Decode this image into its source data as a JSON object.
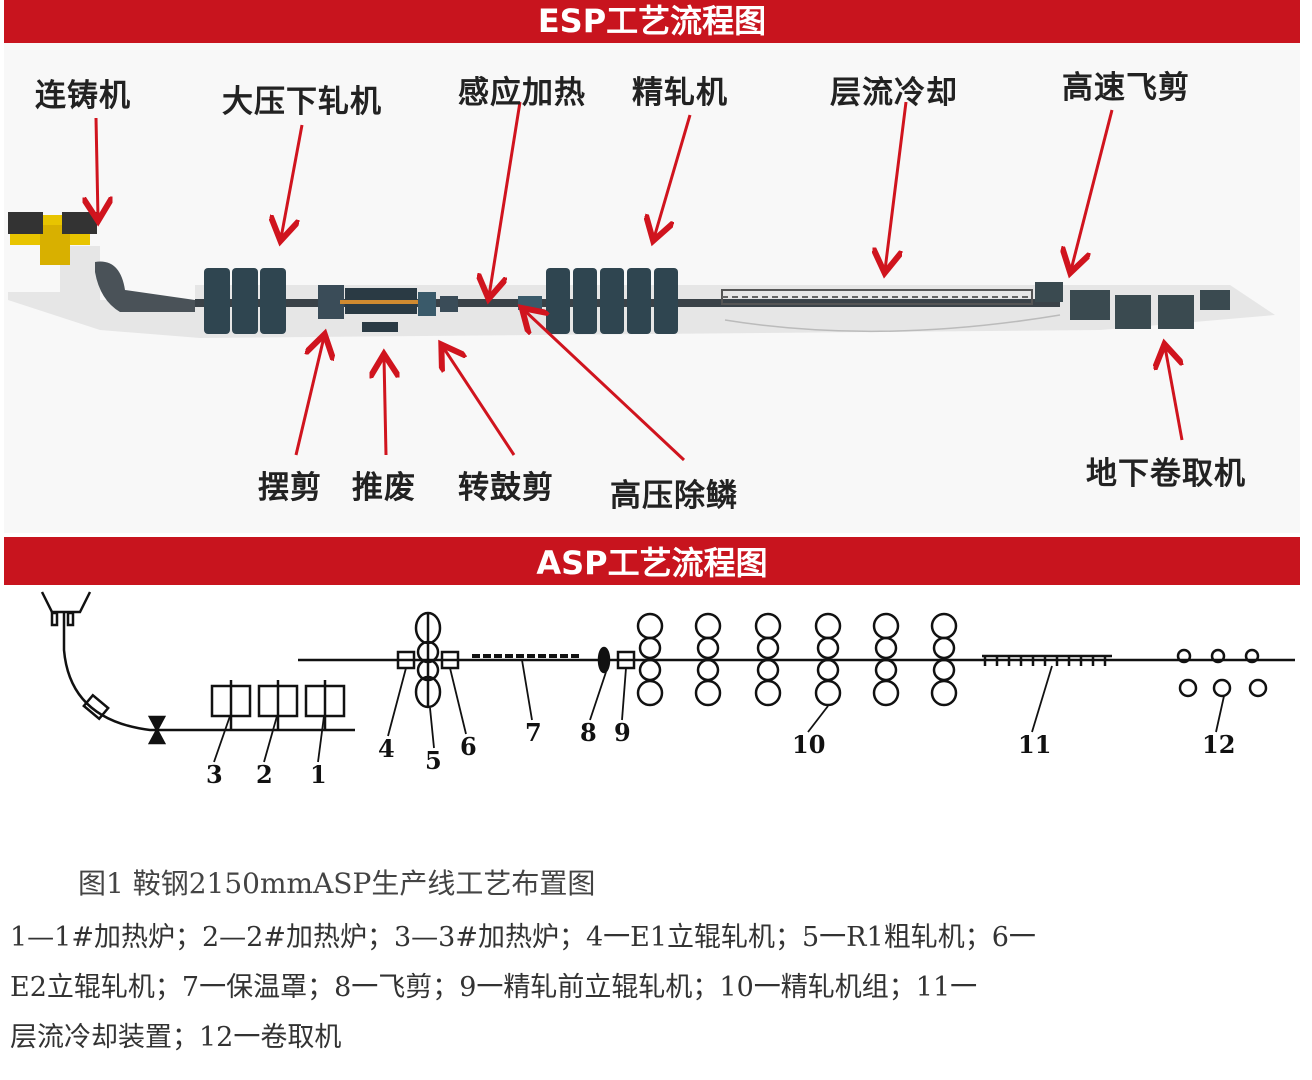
{
  "esp": {
    "title": "ESP工艺流程图",
    "labels_top": [
      "连铸机",
      "大压下轧机",
      "感应加热",
      "精轧机",
      "层流冷却",
      "高速飞剪"
    ],
    "labels_bottom": [
      "摆剪",
      "推废",
      "转鼓剪",
      "高压除鳞",
      "地下卷取机"
    ]
  },
  "asp": {
    "title": "ASP工艺流程图",
    "numbers": [
      "1",
      "2",
      "3",
      "4",
      "5",
      "6",
      "7",
      "8",
      "9",
      "10",
      "11",
      "12"
    ],
    "caption": "图1  鞍钢2150mmASP生产线工艺布置图",
    "legend_lines": [
      "1—1#加热炉；2—2#加热炉；3—3#加热炉；4一E1立辊轧机；5一R1粗轧机；6一",
      "E2立辊轧机；7一保温罩；8一飞剪；9一精轧前立辊轧机；10一精轧机组；11一",
      "层流冷却装置；12一卷取机"
    ]
  },
  "colors": {
    "banner": "#c8141e",
    "arrow": "#d0141e",
    "machine": "#2f4550",
    "caster": "#e8c400"
  }
}
